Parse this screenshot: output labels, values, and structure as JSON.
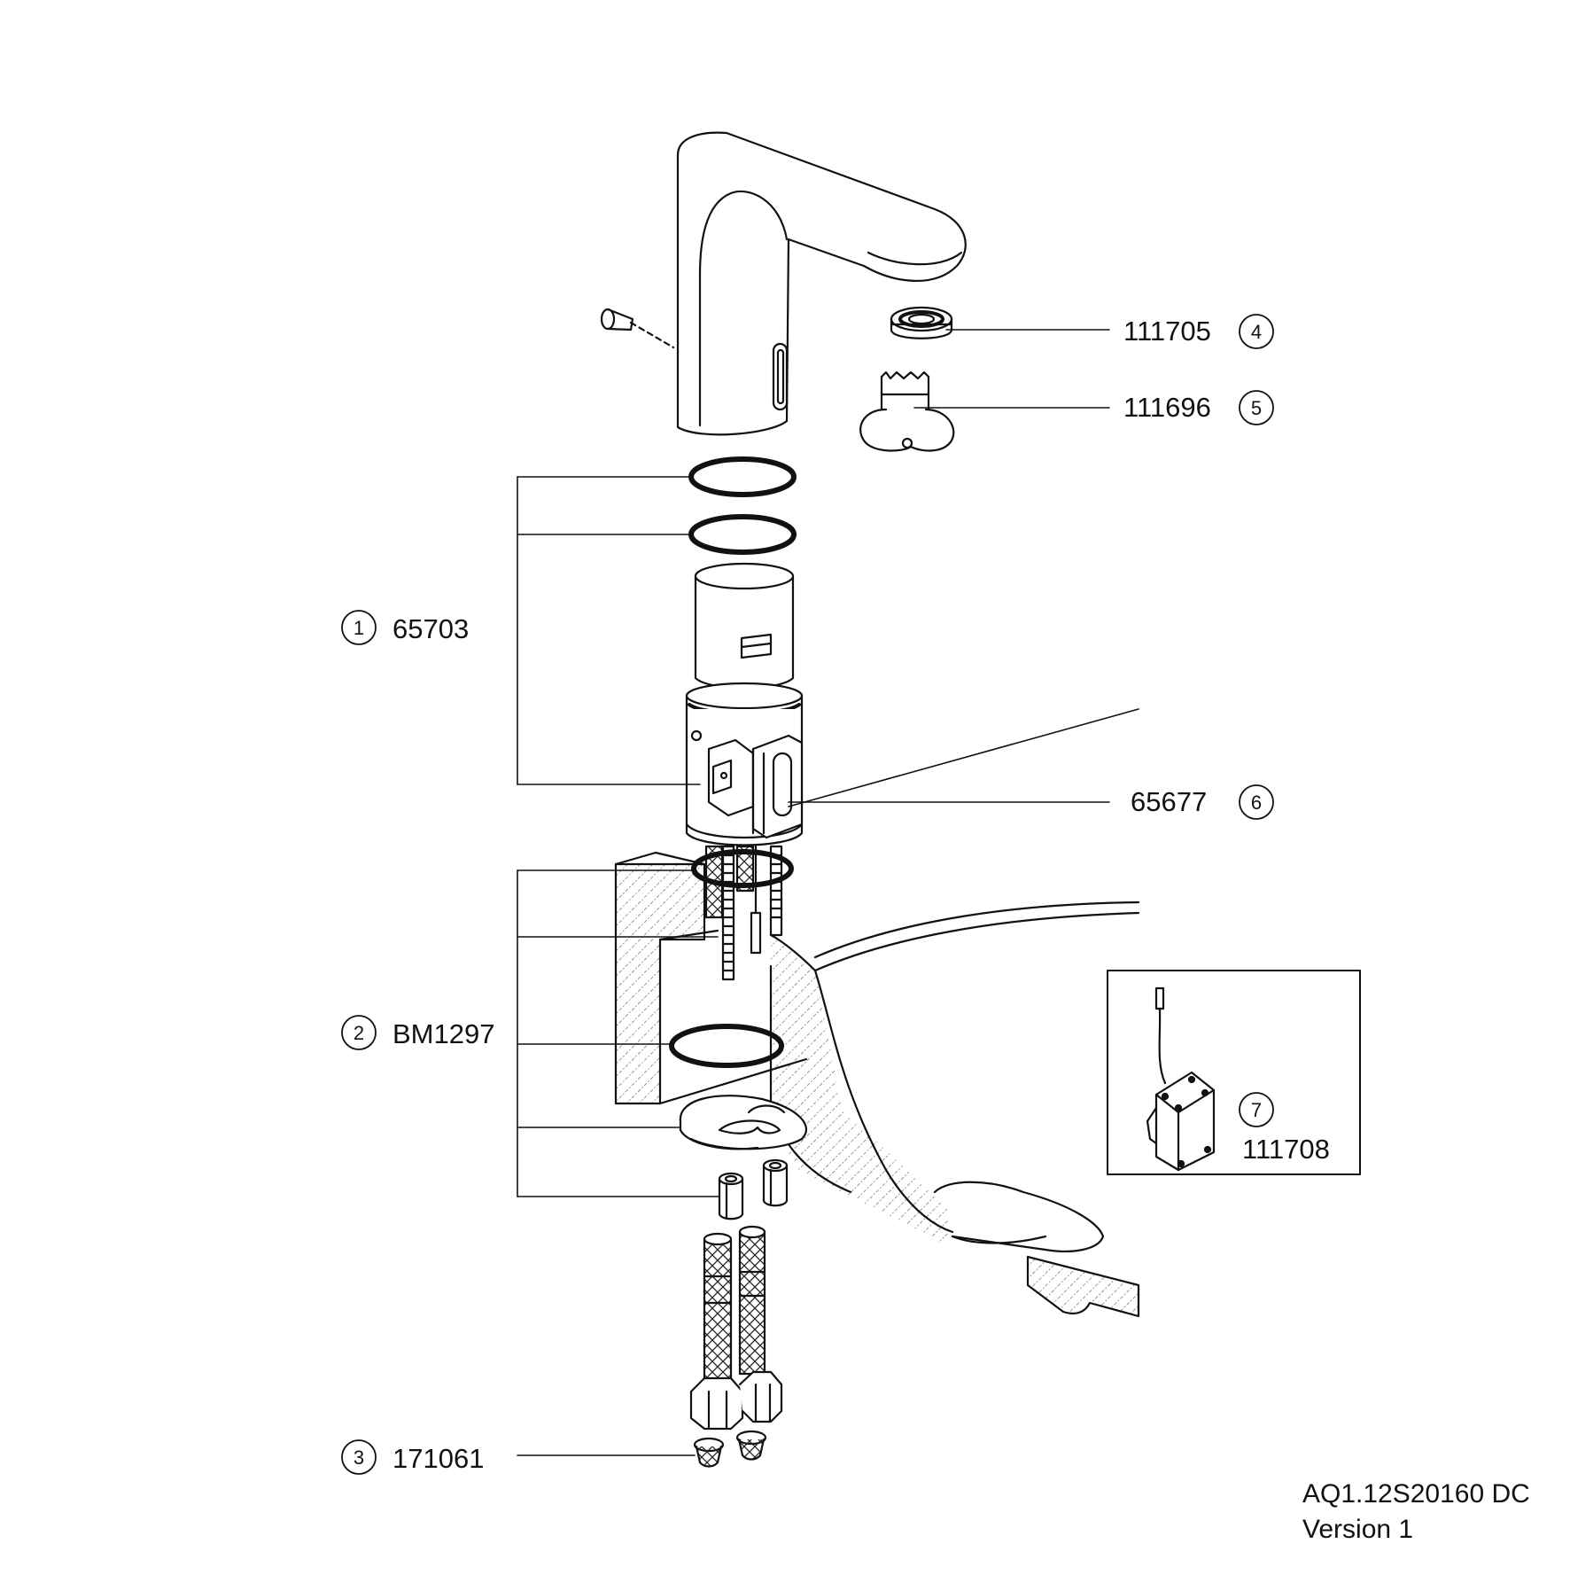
{
  "callouts": [
    {
      "num": "1",
      "part": "65703"
    },
    {
      "num": "2",
      "part": "BM1297"
    },
    {
      "num": "3",
      "part": "171061"
    },
    {
      "num": "4",
      "part": "111705"
    },
    {
      "num": "5",
      "part": "111696"
    },
    {
      "num": "6",
      "part": "65677"
    },
    {
      "num": "7",
      "part": "111708"
    }
  ],
  "footer": {
    "drawing_code": "AQ1.12S20160 DC",
    "version": "Version 1"
  }
}
